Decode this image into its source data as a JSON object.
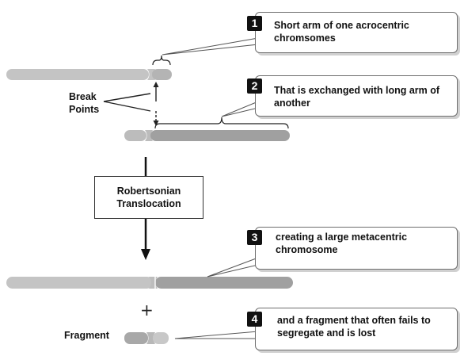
{
  "callouts": [
    {
      "number": "1",
      "text": "Short arm of one acrocentric chromsomes"
    },
    {
      "number": "2",
      "text": "That is exchanged with long arm of another"
    },
    {
      "number": "3",
      "text": "creating a large metacentric chromosome"
    },
    {
      "number": "4",
      "text": "and a fragment that often fails to segregate and is lost"
    }
  ],
  "labels": {
    "break_points": "Break Points",
    "fragment": "Fragment",
    "process": "Robertsonian Translocation",
    "plus": "+"
  },
  "colors": {
    "chromosome_light": "#c4c4c4",
    "chromosome_dark": "#a0a0a0",
    "fragment": "#b0b0b0",
    "outline": "#111111"
  }
}
